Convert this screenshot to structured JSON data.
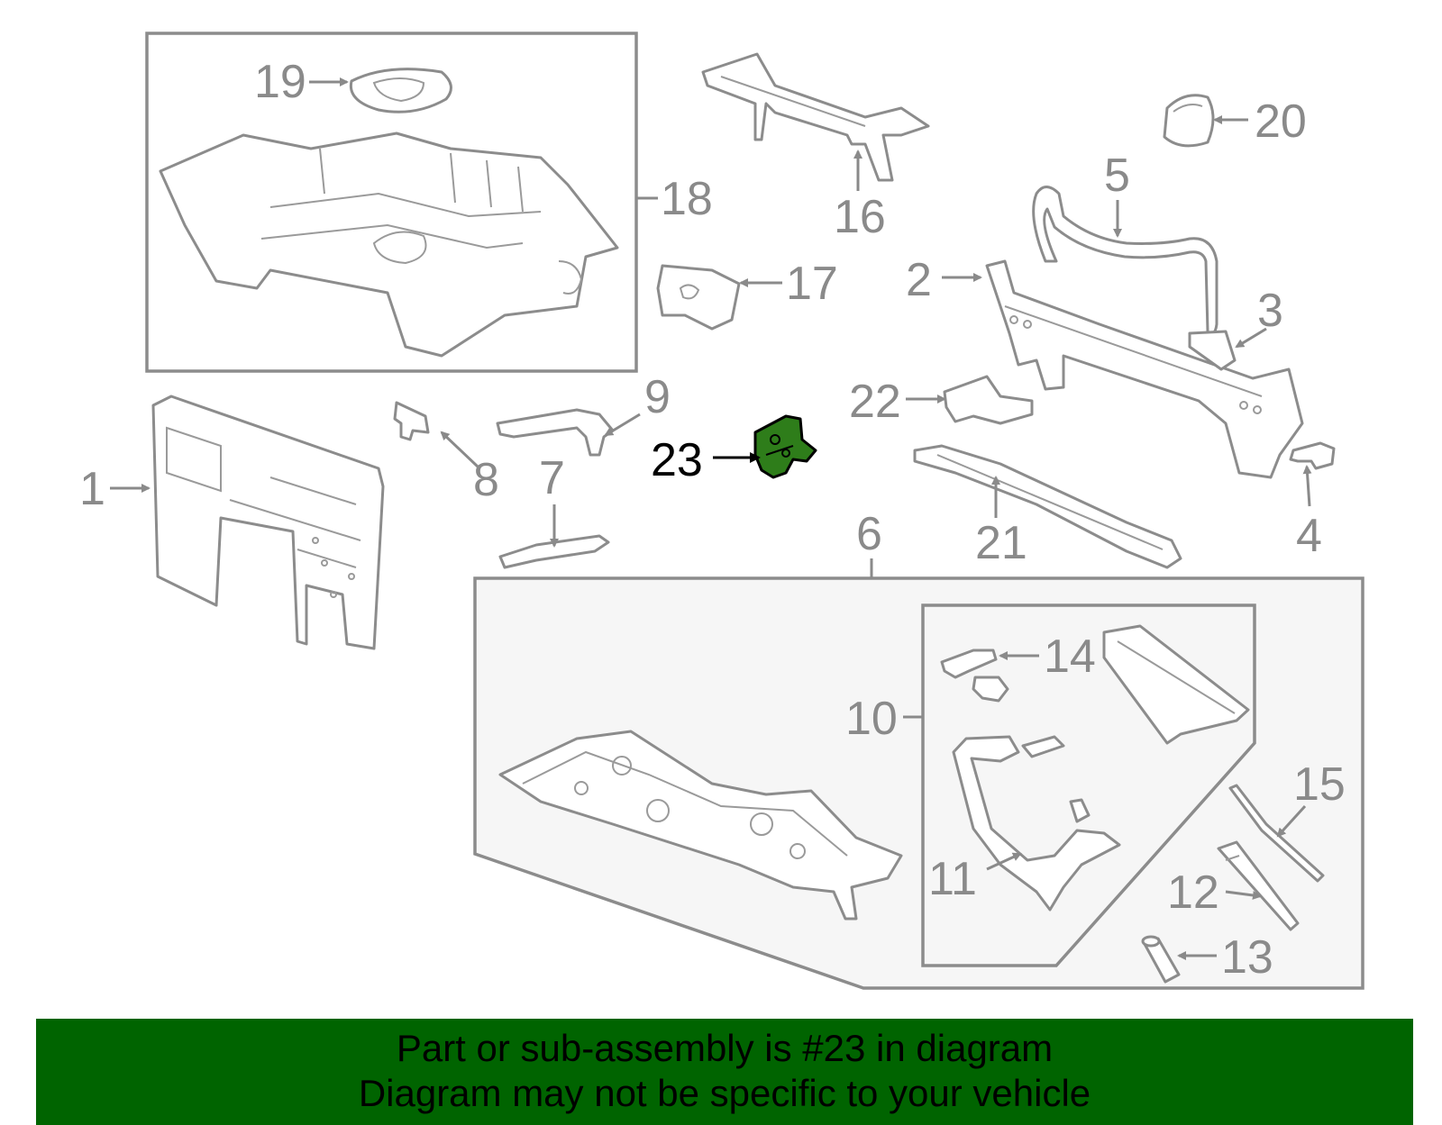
{
  "highlight_part": "23",
  "highlight_color": "#2e7d1a",
  "banner": {
    "line1": "Part or sub-assembly is #23 in diagram",
    "line2": "Diagram may not be specific to your vehicle",
    "background": "#006400"
  },
  "labels": {
    "p1": "1",
    "p2": "2",
    "p3": "3",
    "p4": "4",
    "p5": "5",
    "p6": "6",
    "p7": "7",
    "p8": "8",
    "p9": "9",
    "p10": "10",
    "p11": "11",
    "p12": "12",
    "p13": "13",
    "p14": "14",
    "p15": "15",
    "p16": "16",
    "p17": "17",
    "p18": "18",
    "p19": "19",
    "p20": "20",
    "p21": "21",
    "p22": "22",
    "p23": "23"
  }
}
